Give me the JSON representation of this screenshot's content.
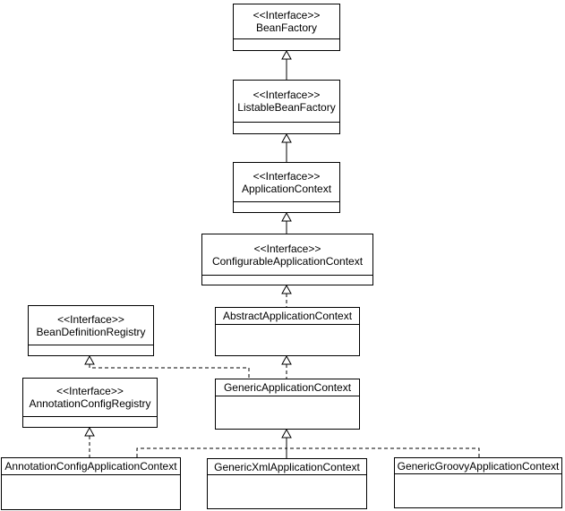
{
  "diagram": {
    "type": "uml-class-diagram",
    "colors": {
      "background": "#ffffff",
      "box_fill": "#ffffff",
      "stroke": "#000000",
      "text": "#000000"
    },
    "nodes": [
      {
        "kind": "interface",
        "stereotype": "<<Interface>>",
        "name": "BeanFactory"
      },
      {
        "kind": "interface",
        "stereotype": "<<Interface>>",
        "name": "ListableBeanFactory"
      },
      {
        "kind": "interface",
        "stereotype": "<<Interface>>",
        "name": "ApplicationContext"
      },
      {
        "kind": "interface",
        "stereotype": "<<Interface>>",
        "name": "ConfigurableApplicationContext"
      },
      {
        "kind": "class",
        "name": "AbstractApplicationContext"
      },
      {
        "kind": "interface",
        "stereotype": "<<Interface>>",
        "name": "BeanDefinitionRegistry"
      },
      {
        "kind": "class",
        "name": "GenericApplicationContext"
      },
      {
        "kind": "interface",
        "stereotype": "<<Interface>>",
        "name": "AnnotationConfigRegistry"
      },
      {
        "kind": "class",
        "name": "AnnotationConfigApplicationContext"
      },
      {
        "kind": "class",
        "name": "GenericXmlApplicationContext"
      },
      {
        "kind": "class",
        "name": "GenericGroovyApplicationContext"
      }
    ],
    "edges": [
      {
        "from": "ListableBeanFactory",
        "to": "BeanFactory",
        "relation": "extends",
        "line": "solid",
        "arrowhead": "hollow-triangle"
      },
      {
        "from": "ApplicationContext",
        "to": "ListableBeanFactory",
        "relation": "extends",
        "line": "solid",
        "arrowhead": "hollow-triangle"
      },
      {
        "from": "ConfigurableApplicationContext",
        "to": "ApplicationContext",
        "relation": "extends",
        "line": "solid",
        "arrowhead": "hollow-triangle"
      },
      {
        "from": "AbstractApplicationContext",
        "to": "ConfigurableApplicationContext",
        "relation": "implements",
        "line": "dashed",
        "arrowhead": "hollow-triangle"
      },
      {
        "from": "GenericApplicationContext",
        "to": "AbstractApplicationContext",
        "relation": "extends",
        "line": "dashed",
        "arrowhead": "hollow-triangle"
      },
      {
        "from": "GenericApplicationContext",
        "to": "BeanDefinitionRegistry",
        "relation": "implements",
        "line": "dashed",
        "arrowhead": "hollow-triangle"
      },
      {
        "from": "AnnotationConfigApplicationContext",
        "to": "AnnotationConfigRegistry",
        "relation": "implements",
        "line": "dashed",
        "arrowhead": "hollow-triangle"
      },
      {
        "from": "AnnotationConfigApplicationContext",
        "to": "GenericApplicationContext",
        "relation": "extends",
        "line": "dashed",
        "arrowhead": "hollow-triangle"
      },
      {
        "from": "GenericXmlApplicationContext",
        "to": "GenericApplicationContext",
        "relation": "extends",
        "line": "solid",
        "arrowhead": "hollow-triangle"
      },
      {
        "from": "GenericGroovyApplicationContext",
        "to": "GenericApplicationContext",
        "relation": "extends",
        "line": "dashed",
        "arrowhead": "hollow-triangle"
      }
    ]
  }
}
